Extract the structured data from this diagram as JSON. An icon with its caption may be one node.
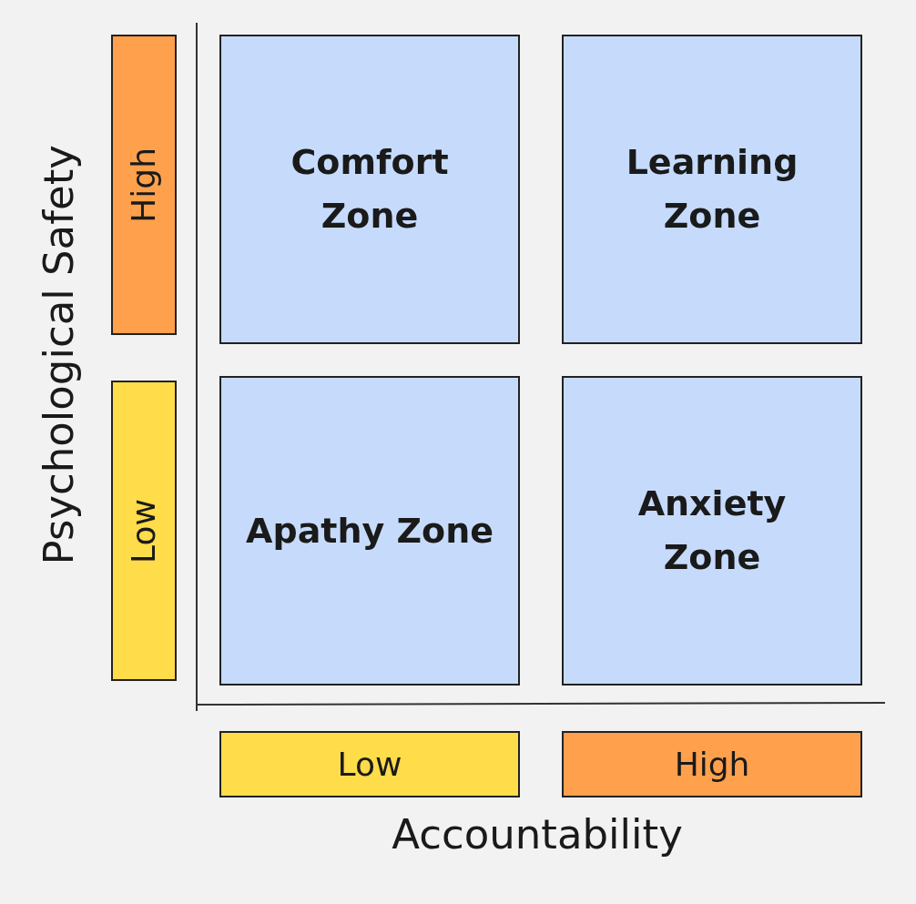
{
  "diagram": {
    "nodes": [
      {
        "text": [
          "High"
        ]
      },
      {
        "text": [
          "Comfort Zone"
        ]
      },
      {
        "text": [
          "Learning Zone"
        ]
      },
      {
        "text": [
          "Low"
        ]
      },
      {
        "text": [
          "Apathy Zone"
        ]
      },
      {
        "text": [
          "Anxiety Zone"
        ]
      },
      {
        "text": [
          "Low"
        ]
      },
      {
        "text": [
          "High"
        ]
      }
    ],
    "labels": [
      "Psychological Safety",
      "Accountability"
    ]
  }
}
